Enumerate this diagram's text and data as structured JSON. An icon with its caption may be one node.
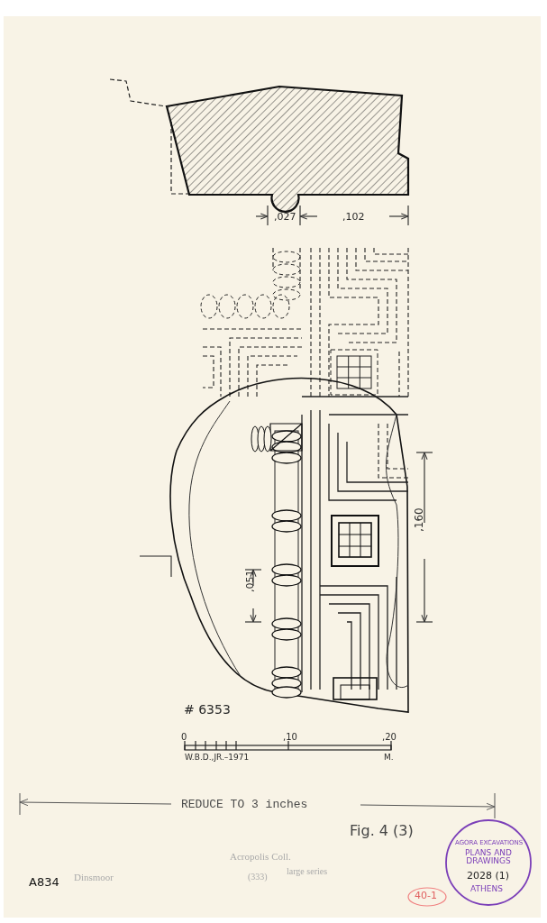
{
  "diagram": {
    "labels": [
      ",027",
      ",102",
      ",160",
      ",051",
      "# 6353",
      "0",
      ",10",
      ",20",
      "W.B.D.,JR.–1971",
      "M.",
      "REDUCE TO 3 inches",
      "Fig. 4 (3)",
      "AGORA EXCAVATIONS",
      "PLANS AND DRAWINGS",
      "2028 (1)",
      "ATHENS",
      "Dinsmoor",
      "A834",
      "Acropolis Coll.",
      "(333)",
      "large series",
      "40-1"
    ]
  }
}
